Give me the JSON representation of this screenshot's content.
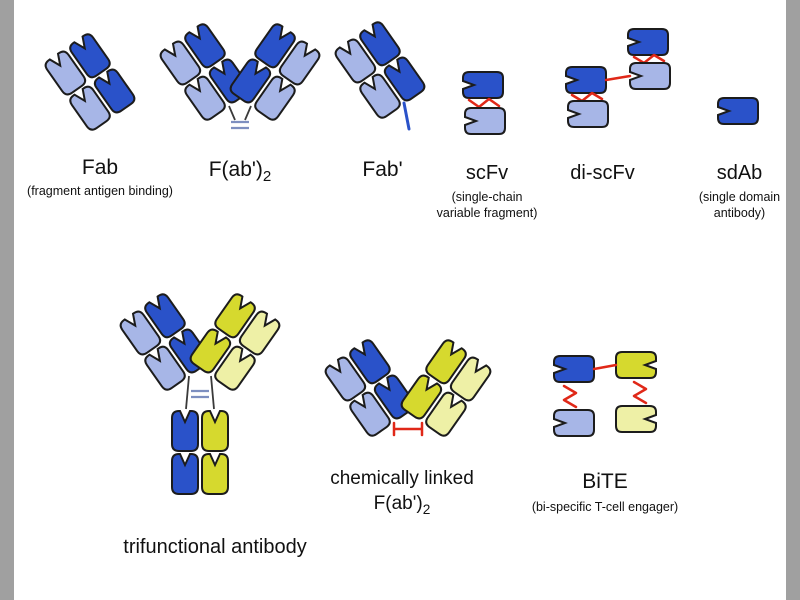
{
  "colors": {
    "dark_blue": "#2a52c9",
    "light_blue": "#a7b6e7",
    "dark_yellow": "#d6d92e",
    "light_yellow": "#eef0a6",
    "linker_red": "#e02818",
    "outline": "#1c1c1c",
    "frame_gray": "#a0a0a0"
  },
  "fragments": {
    "fab": {
      "label": "Fab",
      "sublabel": "(fragment antigen binding)"
    },
    "fab2": {
      "label": "F(ab')",
      "subscript": "2"
    },
    "fab_prime": {
      "label": "Fab'"
    },
    "scfv": {
      "label": "scFv",
      "sublabel": "(single-chain variable fragment)"
    },
    "di_scfv": {
      "label": "di-scFv"
    },
    "sdab": {
      "label": "sdAb",
      "sublabel": "(single domain antibody)"
    },
    "trifunctional": {
      "label": "trifunctional antibody"
    },
    "chem_linked": {
      "label_line1": "chemically linked",
      "label_line2": "F(ab')",
      "subscript": "2"
    },
    "bite": {
      "label": "BiTE",
      "sublabel": "(bi-specific T-cell engager)"
    }
  }
}
